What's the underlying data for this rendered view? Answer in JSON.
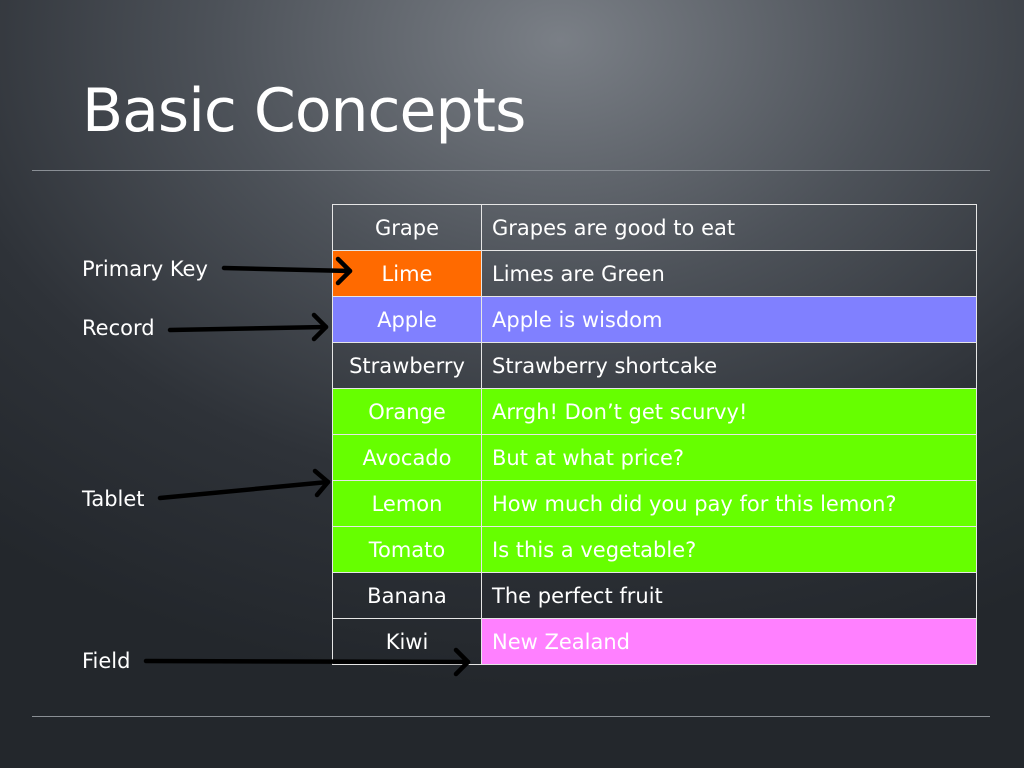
{
  "slide": {
    "title": "Basic Concepts",
    "labels": {
      "primary_key": "Primary Key",
      "record": "Record",
      "tablet": "Tablet",
      "field": "Field"
    },
    "rows": [
      {
        "name": "Grape",
        "desc": "Grapes are good to eat",
        "highlight": "none"
      },
      {
        "name": "Lime",
        "desc": "Limes are Green",
        "highlight": "primary-key"
      },
      {
        "name": "Apple",
        "desc": "Apple is wisdom",
        "highlight": "record"
      },
      {
        "name": "Strawberry",
        "desc": "Strawberry shortcake",
        "highlight": "none"
      },
      {
        "name": "Orange",
        "desc": "Arrgh! Don’t get scurvy!",
        "highlight": "tablet"
      },
      {
        "name": "Avocado",
        "desc": "But at what price?",
        "highlight": "tablet"
      },
      {
        "name": "Lemon",
        "desc": "How much did you pay for this lemon?",
        "highlight": "tablet"
      },
      {
        "name": "Tomato",
        "desc": "Is this a vegetable?",
        "highlight": "tablet"
      },
      {
        "name": "Banana",
        "desc": "The perfect fruit",
        "highlight": "none"
      },
      {
        "name": "Kiwi",
        "desc": "New Zealand",
        "highlight": "field"
      }
    ],
    "colors": {
      "primary_key": "#ff6a00",
      "record": "#8080ff",
      "tablet": "#66ff00",
      "field": "#ff80ff",
      "arrow": "#000000"
    }
  }
}
